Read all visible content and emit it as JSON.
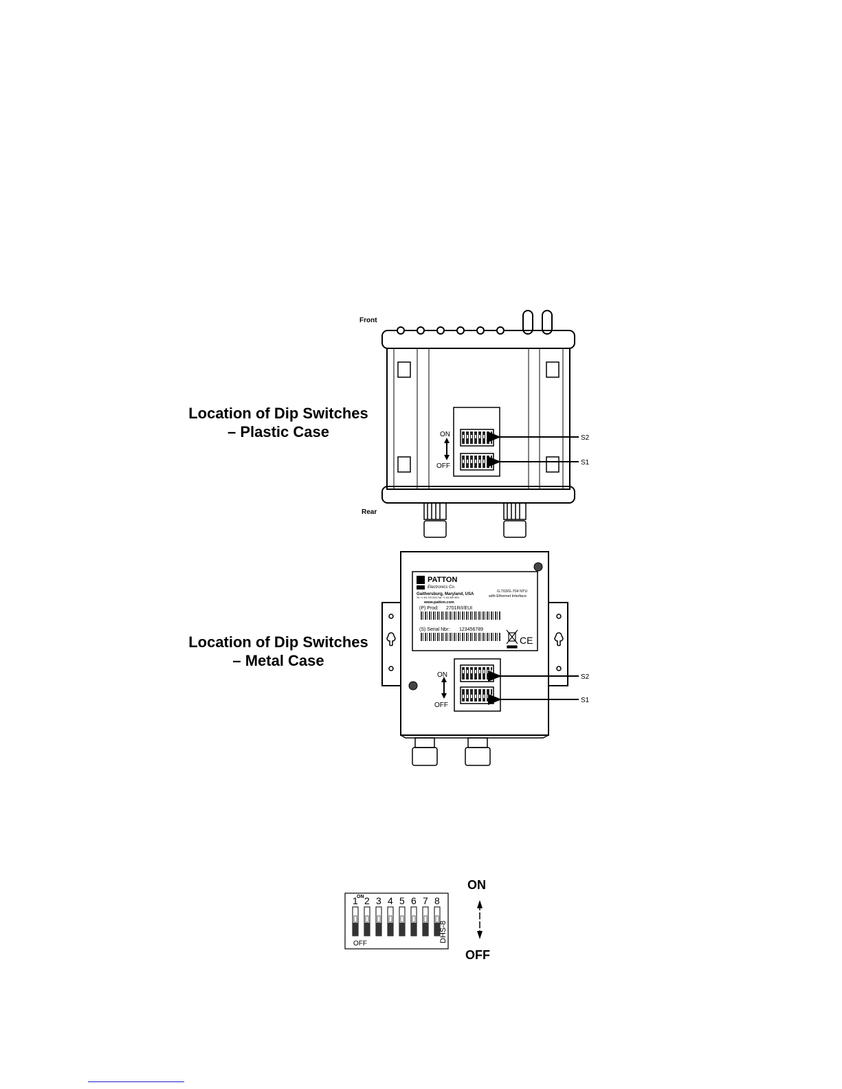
{
  "plastic": {
    "caption_line1": "Location of Dip Switches",
    "caption_line2": "– Plastic Case",
    "front_label": "Front",
    "rear_label": "Rear",
    "on_label": "ON",
    "off_label": "OFF",
    "s2_label": "S2",
    "s1_label": "S1"
  },
  "metal": {
    "caption_line1": "Location of Dip Switches",
    "caption_line2": "– Metal Case",
    "on_label": "ON",
    "off_label": "OFF",
    "s2_label": "S2",
    "s1_label": "S1",
    "logo_text": "PATTON",
    "logo_subtext": "Electronics Co.",
    "address": "Gaithersburg, Maryland, USA",
    "contact": "Tel: +1 301 975 1000 Fax: +1 301 869 9293",
    "website": "www.patton.com",
    "product_desc_line1": "G.703/G.704 NTU",
    "product_desc_line2": "with Ethernet Interface",
    "prod_label": "(P) Prod:",
    "prod_value": "2701R/I/EUI",
    "serial_label": "(S) Serial Nbr:",
    "serial_value": "123456789",
    "ce_mark": "CE"
  },
  "dip": {
    "on_top": "ON",
    "off_bottom": "OFF",
    "numbers": [
      "1",
      "2",
      "3",
      "4",
      "5",
      "6",
      "7",
      "8"
    ],
    "part_label": "DHS-8",
    "arrow_on": "ON",
    "arrow_off": "OFF"
  }
}
